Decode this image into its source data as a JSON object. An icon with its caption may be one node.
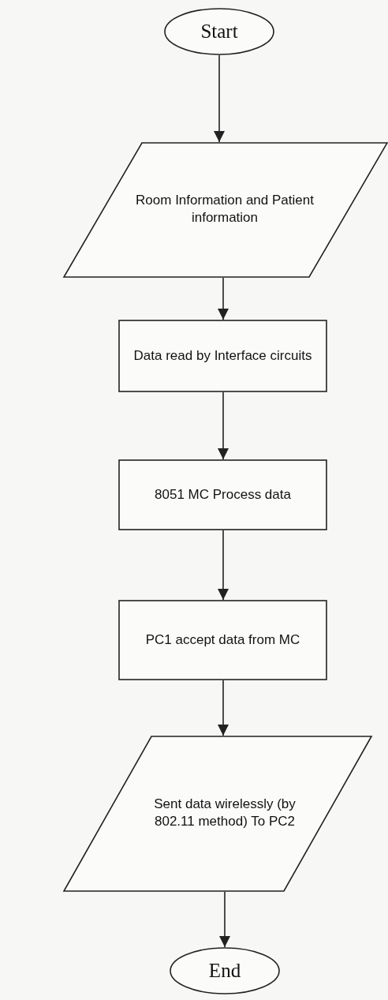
{
  "diagram": {
    "nodes": [
      {
        "text": [
          "Start"
        ]
      },
      {
        "text": [
          "Room Information and Patient information"
        ]
      },
      {
        "text": [
          "Data read by Interface circuits"
        ]
      },
      {
        "text": [
          "8051 MC Process data"
        ]
      },
      {
        "text": [
          "PC1 accept data from MC"
        ]
      },
      {
        "text": [
          "Sent data wirelessly (by 802.11 method) To PC2"
        ]
      },
      {
        "text": [
          "End"
        ]
      }
    ],
    "edges": [
      {
        "from": 0,
        "to": 1,
        "arrow": "to"
      },
      {
        "from": 1,
        "to": 2,
        "arrow": "to"
      },
      {
        "from": 2,
        "to": 3,
        "arrow": "to"
      },
      {
        "from": 3,
        "to": 4,
        "arrow": "to"
      },
      {
        "from": 4,
        "to": 5,
        "arrow": "to"
      },
      {
        "from": 5,
        "to": 6,
        "arrow": "to"
      }
    ]
  }
}
